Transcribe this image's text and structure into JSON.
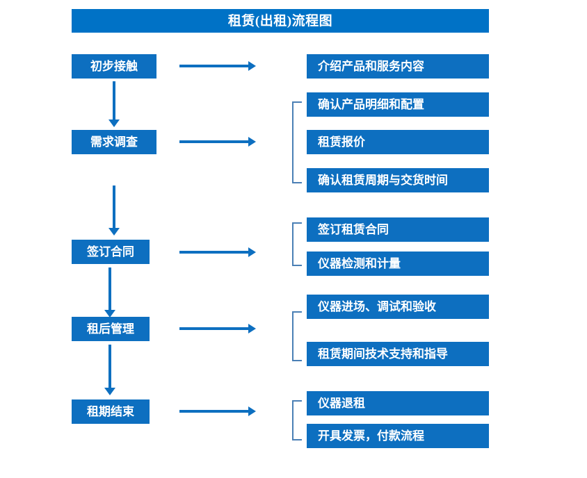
{
  "colors": {
    "title_bg": "#0072c6",
    "box_bg": "#0d6fc0",
    "box_text": "#ffffff",
    "arrow": "#0d6fc0",
    "bracket": "#4a7fb5",
    "page_bg": "#ffffff"
  },
  "header": {
    "title": "租赁(出租)流程图"
  },
  "flow": {
    "stages": [
      {
        "id": "stage-1",
        "label": "初步接触",
        "details": [
          {
            "label": "介绍产品和服务内容"
          }
        ]
      },
      {
        "id": "stage-2",
        "label": "需求调查",
        "details": [
          {
            "label": "确认产品明细和配置"
          },
          {
            "label": "租赁报价"
          },
          {
            "label": "确认租赁周期与交货时间"
          }
        ]
      },
      {
        "id": "stage-3",
        "label": "签订合同",
        "details": [
          {
            "label": "签订租赁合同"
          },
          {
            "label": "仪器检测和计量"
          }
        ]
      },
      {
        "id": "stage-4",
        "label": "租后管理",
        "details": [
          {
            "label": "仪器进场、调试和验收"
          },
          {
            "label": "租赁期间技术支持和指导"
          }
        ]
      },
      {
        "id": "stage-5",
        "label": "租期结束",
        "details": [
          {
            "label": "仪器退租"
          },
          {
            "label": "开具发票，付款流程"
          }
        ]
      }
    ]
  },
  "icons": {
    "arrow_right": "right-arrow-icon",
    "arrow_down": "down-arrow-icon",
    "bracket": "group-bracket-icon"
  }
}
